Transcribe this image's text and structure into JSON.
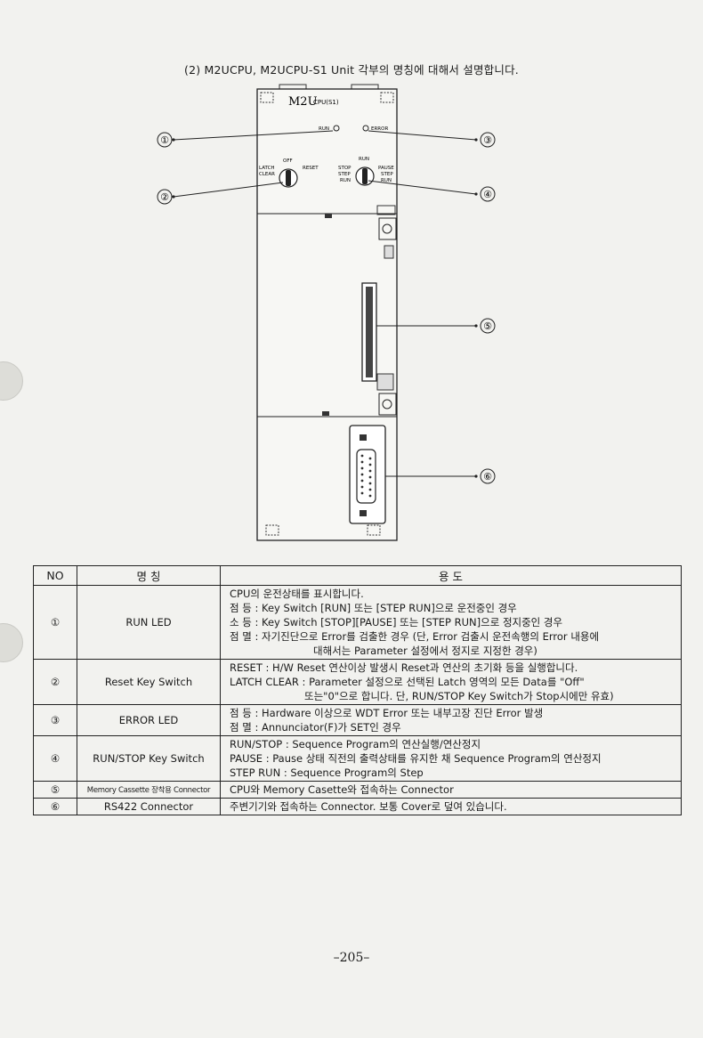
{
  "heading": "(2) M2UCPU, M2UCPU-S1 Unit 각부의 명칭에 대해서 설명합니다.",
  "device": {
    "model_prefix": "M2U",
    "model_suffix": "CPU(S1)",
    "led_run": "RUN",
    "led_error": "ERROR",
    "reset_switch": {
      "off": "OFF",
      "latch": "LATCH",
      "clear": "CLEAR",
      "reset": "RESET"
    },
    "run_switch": {
      "run": "RUN",
      "stop": "STOP",
      "step": "STEP",
      "step_run_2": "RUN",
      "pause": "PAUSE",
      "step_r": "STEP",
      "run_r": "RUN"
    }
  },
  "callouts": [
    "①",
    "②",
    "③",
    "④",
    "⑤",
    "⑥"
  ],
  "table": {
    "headers": {
      "no": "NO",
      "name": "명 칭",
      "use": "용 도"
    },
    "rows": [
      {
        "no": "①",
        "name": "RUN LED",
        "lines": [
          "CPU의 운전상태를 표시합니다.",
          "점 등 : Key Switch [RUN] 또는 [STEP RUN]으로 운전중인 경우",
          "소 등 : Key Switch [STOP][PAUSE] 또는 [STEP RUN]으로 정지중인 경우",
          "점 멸 : 자기진단으로 Error를 검출한 경우 (단, Error 검출시 운전속행의 Error 내용에",
          "대해서는 Parameter 설정에서 정지로 지정한 경우)"
        ]
      },
      {
        "no": "②",
        "name": "Reset Key Switch",
        "lines": [
          "RESET : H/W Reset 연산이상 발생시 Reset과 연산의 초기화 등을 실행합니다.",
          "LATCH CLEAR : Parameter 설정으로 선택된 Latch 영역의 모든 Data를 \"Off\"",
          "또는\"0\"으로 합니다. 단, RUN/STOP Key Switch가 Stop시에만 유효)"
        ]
      },
      {
        "no": "③",
        "name": "ERROR LED",
        "lines": [
          "점 등 : Hardware 이상으로 WDT Error 또는 내부고장 진단 Error 발생",
          "점 멸 : Annunciator(F)가 SET인 경우"
        ]
      },
      {
        "no": "④",
        "name": "RUN/STOP Key Switch",
        "lines": [
          "RUN/STOP : Sequence Program의 연산실행/연산정지",
          "PAUSE : Pause 상태 직전의 출력상태를 유지한 채 Sequence Program의 연산정지",
          "STEP RUN : Sequence Program의 Step"
        ]
      },
      {
        "no": "⑤",
        "name": "Memory Cassette 장착용 Connector",
        "lines": [
          "CPU와 Memory Casette와 접속하는 Connector"
        ]
      },
      {
        "no": "⑥",
        "name": "RS422 Connector",
        "lines": [
          "주변기기와 접속하는 Connector. 보통 Cover로 덮여 있습니다."
        ]
      }
    ]
  },
  "page_number": "–205–"
}
